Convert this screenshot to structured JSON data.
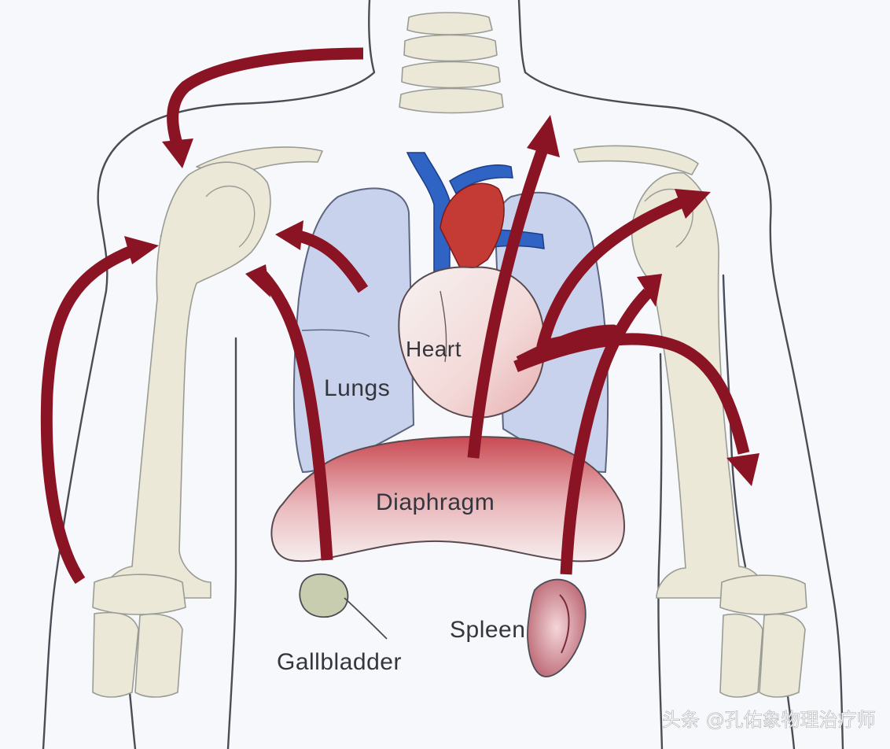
{
  "labels": {
    "heart": "Heart",
    "lungs": "Lungs",
    "diaphragm": "Diaphragm",
    "gallbladder": "Gallbladder",
    "spleen": "Spleen"
  },
  "watermark": "头条 @孔佑象物理治疗师",
  "colors": {
    "background": "#f7f8fc",
    "arrow": "#8a1424",
    "lungs": "#c9d2ec",
    "diaphragm": "#c95a5f",
    "heart": "#c43a35",
    "vessels": "#2f63c4",
    "bone": "#ebe8d8"
  }
}
